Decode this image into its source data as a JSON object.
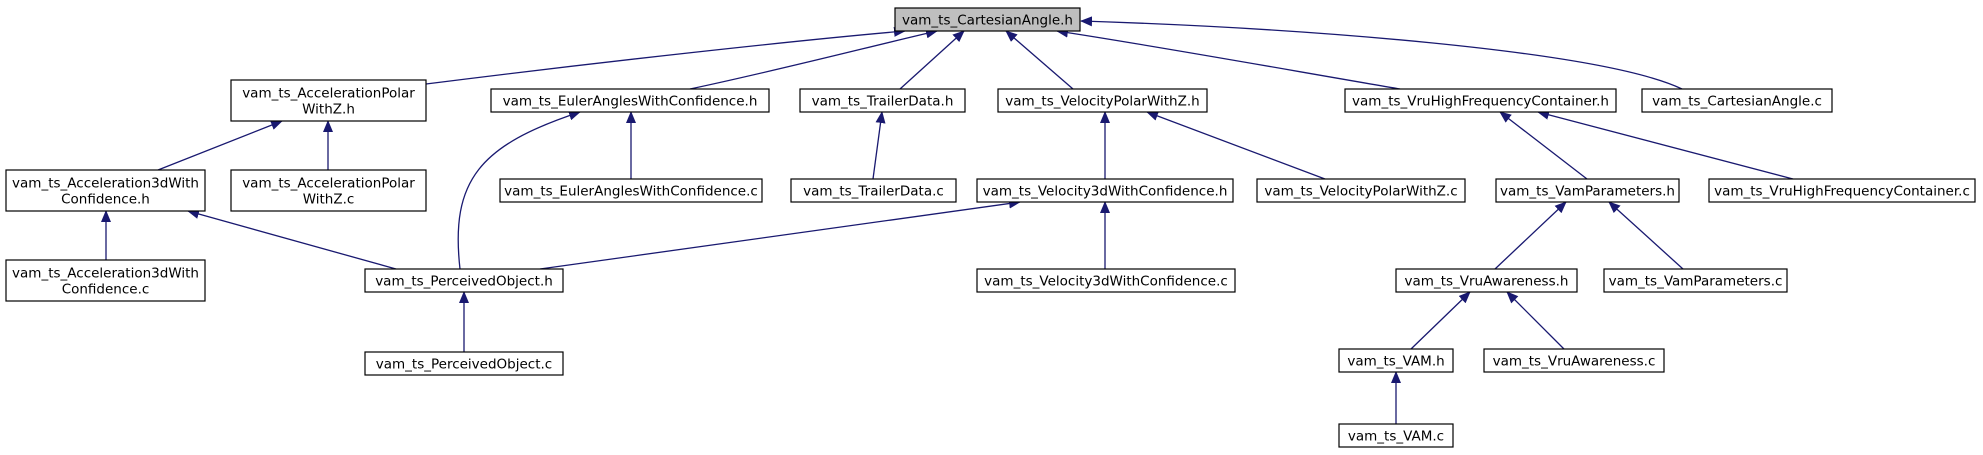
{
  "diagram": {
    "colors": {
      "edge": "#191970",
      "root_fill": "#bfbfbf",
      "node_fill": "#ffffff",
      "node_stroke": "#000000"
    },
    "nodes": [
      {
        "id": "root",
        "lines": [
          "vam_ts_CartesianAngle.h"
        ],
        "root": true
      },
      {
        "id": "accpolar_h",
        "lines": [
          "vam_ts_AccelerationPolar",
          "WithZ.h"
        ]
      },
      {
        "id": "euler_h",
        "lines": [
          "vam_ts_EulerAnglesWithConfidence.h"
        ]
      },
      {
        "id": "trailer_h",
        "lines": [
          "vam_ts_TrailerData.h"
        ]
      },
      {
        "id": "velpolar_h",
        "lines": [
          "vam_ts_VelocityPolarWithZ.h"
        ]
      },
      {
        "id": "vruhf_h",
        "lines": [
          "vam_ts_VruHighFrequencyContainer.h"
        ]
      },
      {
        "id": "cart_c",
        "lines": [
          "vam_ts_CartesianAngle.c"
        ]
      },
      {
        "id": "acc3d_h",
        "lines": [
          "vam_ts_Acceleration3dWith",
          "Confidence.h"
        ]
      },
      {
        "id": "accpolar_c",
        "lines": [
          "vam_ts_AccelerationPolar",
          "WithZ.c"
        ]
      },
      {
        "id": "euler_c",
        "lines": [
          "vam_ts_EulerAnglesWithConfidence.c"
        ]
      },
      {
        "id": "trailer_c",
        "lines": [
          "vam_ts_TrailerData.c"
        ]
      },
      {
        "id": "vel3d_h",
        "lines": [
          "vam_ts_Velocity3dWithConfidence.h"
        ]
      },
      {
        "id": "velpolar_c",
        "lines": [
          "vam_ts_VelocityPolarWithZ.c"
        ]
      },
      {
        "id": "vamparams_h",
        "lines": [
          "vam_ts_VamParameters.h"
        ]
      },
      {
        "id": "vruhf_c",
        "lines": [
          "vam_ts_VruHighFrequencyContainer.c"
        ]
      },
      {
        "id": "acc3d_c",
        "lines": [
          "vam_ts_Acceleration3dWith",
          "Confidence.c"
        ]
      },
      {
        "id": "perceived_h",
        "lines": [
          "vam_ts_PerceivedObject.h"
        ]
      },
      {
        "id": "vel3d_c",
        "lines": [
          "vam_ts_Velocity3dWithConfidence.c"
        ]
      },
      {
        "id": "vruaw_h",
        "lines": [
          "vam_ts_VruAwareness.h"
        ]
      },
      {
        "id": "vamparams_c",
        "lines": [
          "vam_ts_VamParameters.c"
        ]
      },
      {
        "id": "perceived_c",
        "lines": [
          "vam_ts_PerceivedObject.c"
        ]
      },
      {
        "id": "vam_h",
        "lines": [
          "vam_ts_VAM.h"
        ]
      },
      {
        "id": "vruaw_c",
        "lines": [
          "vam_ts_VruAwareness.c"
        ]
      },
      {
        "id": "vam_c",
        "lines": [
          "vam_ts_VAM.c"
        ]
      }
    ],
    "edges": [
      {
        "from": "accpolar_h",
        "to": "root"
      },
      {
        "from": "euler_h",
        "to": "root"
      },
      {
        "from": "trailer_h",
        "to": "root"
      },
      {
        "from": "velpolar_h",
        "to": "root"
      },
      {
        "from": "vruhf_h",
        "to": "root"
      },
      {
        "from": "cart_c",
        "to": "root"
      },
      {
        "from": "acc3d_h",
        "to": "accpolar_h"
      },
      {
        "from": "accpolar_c",
        "to": "accpolar_h"
      },
      {
        "from": "euler_c",
        "to": "euler_h"
      },
      {
        "from": "perceived_h",
        "to": "euler_h"
      },
      {
        "from": "trailer_c",
        "to": "trailer_h"
      },
      {
        "from": "vel3d_h",
        "to": "velpolar_h"
      },
      {
        "from": "velpolar_c",
        "to": "velpolar_h"
      },
      {
        "from": "vamparams_h",
        "to": "vruhf_h"
      },
      {
        "from": "vruhf_c",
        "to": "vruhf_h"
      },
      {
        "from": "acc3d_c",
        "to": "acc3d_h"
      },
      {
        "from": "perceived_h",
        "to": "acc3d_h"
      },
      {
        "from": "perceived_h",
        "to": "vel3d_h"
      },
      {
        "from": "vel3d_c",
        "to": "vel3d_h"
      },
      {
        "from": "vruaw_h",
        "to": "vamparams_h"
      },
      {
        "from": "vamparams_c",
        "to": "vamparams_h"
      },
      {
        "from": "perceived_c",
        "to": "perceived_h"
      },
      {
        "from": "vam_h",
        "to": "vruaw_h"
      },
      {
        "from": "vruaw_c",
        "to": "vruaw_h"
      },
      {
        "from": "vam_c",
        "to": "vam_h"
      }
    ]
  }
}
